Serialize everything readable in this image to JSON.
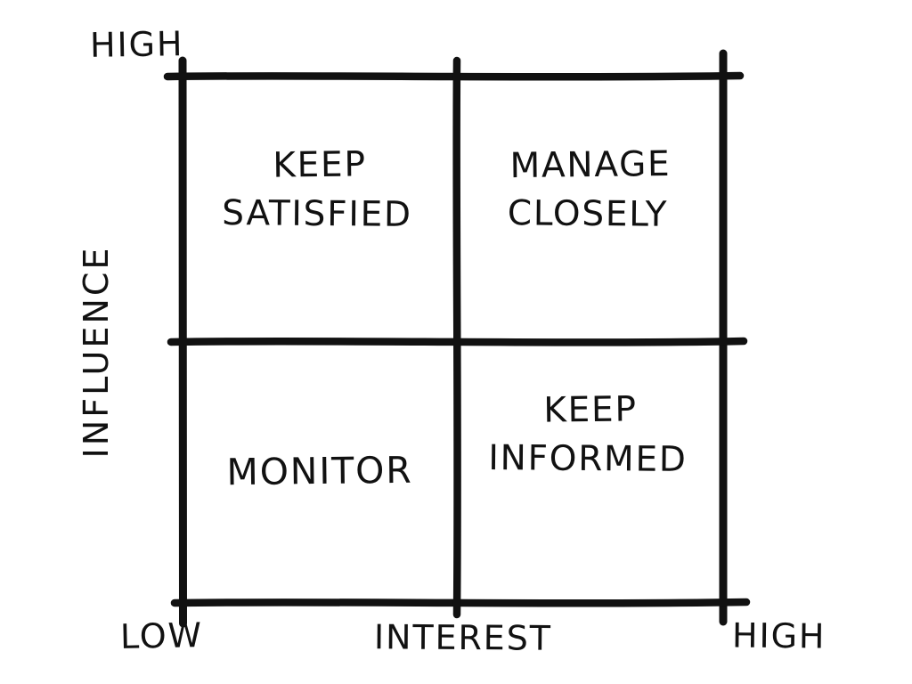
{
  "diagram": {
    "type": "stakeholder-influence-interest-matrix",
    "style": "hand-drawn whiteboard sketch, black marker on white",
    "background_color": "#ffffff",
    "stroke_color": "#111111"
  },
  "axes": {
    "y": {
      "title": "INFLUENCE",
      "orientation": "vertical",
      "text_direction": "bottom-to-top",
      "high_label": "HIGH",
      "low_label": ""
    },
    "x": {
      "title": "INTEREST",
      "orientation": "horizontal",
      "low_label": "LOW",
      "high_label": "HIGH"
    }
  },
  "quadrants": [
    {
      "id": "top-left",
      "interest": "low",
      "influence": "high",
      "lines": [
        "KEEP",
        "SATISFIED"
      ]
    },
    {
      "id": "top-right",
      "interest": "high",
      "influence": "high",
      "lines": [
        "MANAGE",
        "CLOSELY"
      ]
    },
    {
      "id": "bottom-left",
      "interest": "low",
      "influence": "low",
      "lines": [
        "MONITOR"
      ]
    },
    {
      "id": "bottom-right",
      "interest": "high",
      "influence": "low",
      "lines": [
        "KEEP",
        "INFORMED"
      ]
    }
  ],
  "chart_data": {
    "type": "table",
    "title": "",
    "xlabel": "INTEREST",
    "ylabel": "INFLUENCE",
    "grid": true,
    "legend": "none",
    "x_ticks": [
      "LOW",
      "HIGH"
    ],
    "y_ticks": [
      "HIGH"
    ],
    "categories": [
      "low-interest/high-influence",
      "high-interest/high-influence",
      "low-interest/low-influence",
      "high-interest/low-influence"
    ],
    "values": [
      "KEEP SATISFIED",
      "MANAGE CLOSELY",
      "MONITOR",
      "KEEP INFORMED"
    ]
  }
}
